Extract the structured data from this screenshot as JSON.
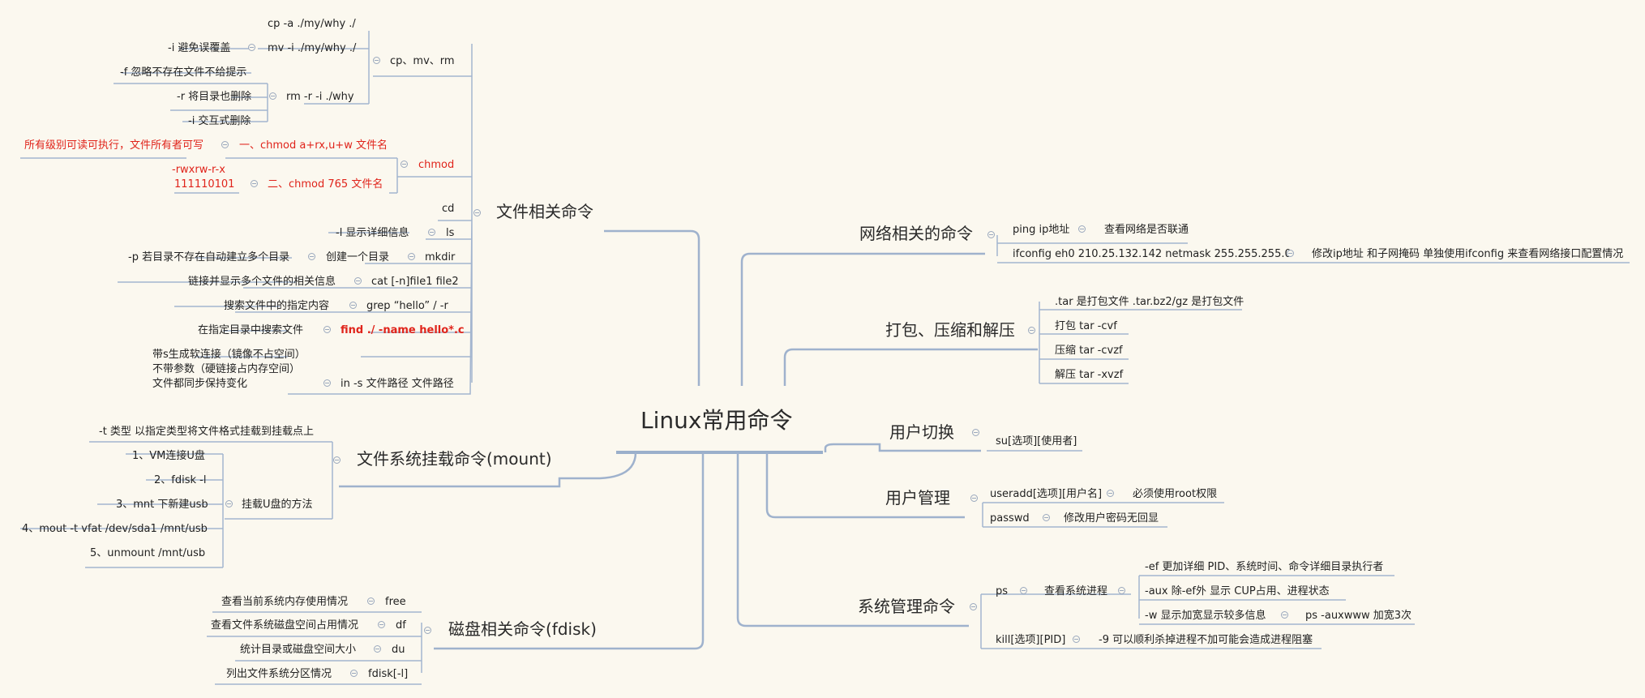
{
  "root": "Linux常用命令",
  "topics": {
    "file": "文件相关命令",
    "mount": "文件系统挂载命令(mount)",
    "disk": "磁盘相关命令(fdisk)",
    "net": "网络相关的命令",
    "pack": "打包、压缩和解压",
    "su": "用户切换",
    "user": "用户管理",
    "sys": "系统管理命令"
  },
  "file": {
    "cpmvrm": "cp、mv、rm",
    "cp": "cp -a ./my/why ./",
    "mv": "mv -i ./my/why ./",
    "mv_i": "-i 避免误覆盖",
    "rm": "rm -r -i ./why",
    "rm_f": "-f 忽略不存在文件不给提示",
    "rm_r": "-r 将目录也删除",
    "rm_i": "-i 交互式删除",
    "chmod": "chmod",
    "chmod1": "一、chmod a+rx,u+w 文件名",
    "chmod1_note": "所有级别可读可执行，文件所有者可写",
    "chmod2": "二、chmod 765 文件名",
    "chmod2_l1": "-rwxrw-r-x",
    "chmod2_l2": "111110101",
    "cd": "cd",
    "ls": "ls",
    "ls_l": "-l 显示详细信息",
    "mkdir": "mkdir",
    "mkdir_d": "创建一个目录",
    "mkdir_p": "-p 若目录不存在自动建立多个目录",
    "cat": "cat [-n]file1 file2",
    "cat_d": "链接并显示多个文件的相关信息",
    "grep": "grep  “hello” / -r",
    "grep_d": "搜索文件中的指定内容",
    "find": "find ./ -name hello*.c",
    "find_d": "在指定目录中搜索文件",
    "ln": "in -s 文件路径 文件路径",
    "ln_l1": "带s生成软连接（镜像不占空间）",
    "ln_l2": "不带参数（硬链接占内存空间）",
    "ln_l3": "文件都同步保持变化"
  },
  "mount": {
    "t": "-t 类型 以指定类型将文件格式挂载到挂载点上",
    "usb": "挂载U盘的方法",
    "s1": "1、VM连接U盘",
    "s2": "2、fdisk -l",
    "s3": "3、mnt 下新建usb",
    "s4": "4、mout -t vfat /dev/sda1 /mnt/usb",
    "s5": "5、unmount /mnt/usb"
  },
  "disk": {
    "free": "free",
    "free_d": "查看当前系统内存使用情况",
    "df": "df",
    "df_d": "查看文件系统磁盘空间占用情况",
    "du": "du",
    "du_d": "统计目录或磁盘空间大小",
    "fdisk": "fdisk[-l]",
    "fdisk_d": "列出文件系统分区情况"
  },
  "net": {
    "ping": "ping ip地址",
    "ping_d": "查看网络是否联通",
    "ifconfig": "ifconfig eh0 210.25.132.142 netmask 255.255.255.0",
    "ifconfig_d": "修改ip地址 和子网掩码 单独使用ifconfig 来查看网络接口配置情况"
  },
  "pack": {
    "tar": ".tar 是打包文件 .tar.bz2/gz 是打包文件",
    "cvf": "打包 tar -cvf",
    "cvzf": "压缩 tar -cvzf",
    "xvzf": "解压 tar -xvzf"
  },
  "su": {
    "cmd": "su[选项][使用者]"
  },
  "user": {
    "useradd": "useradd[选项][用户名]",
    "useradd_d": "必须使用root权限",
    "passwd": "passwd",
    "passwd_d": "修改用户密码无回显"
  },
  "sys": {
    "ps": "ps",
    "ps_d": "查看系统进程",
    "ef": "-ef 更加详细 PID、系统时间、命令详细目录执行者",
    "aux": "-aux 除-ef外 显示 CUP占用、进程状态",
    "w": "-w 显示加宽显示较多信息",
    "auxwww": "ps -auxwww 加宽3次",
    "kill": "kill[选项][PID]",
    "kill_d": "-9 可以顺利杀掉进程不加可能会造成进程阻塞"
  },
  "colors": {
    "line": "#a3b5cf",
    "accent": "#e0241b",
    "background": "#fbf8ef"
  }
}
